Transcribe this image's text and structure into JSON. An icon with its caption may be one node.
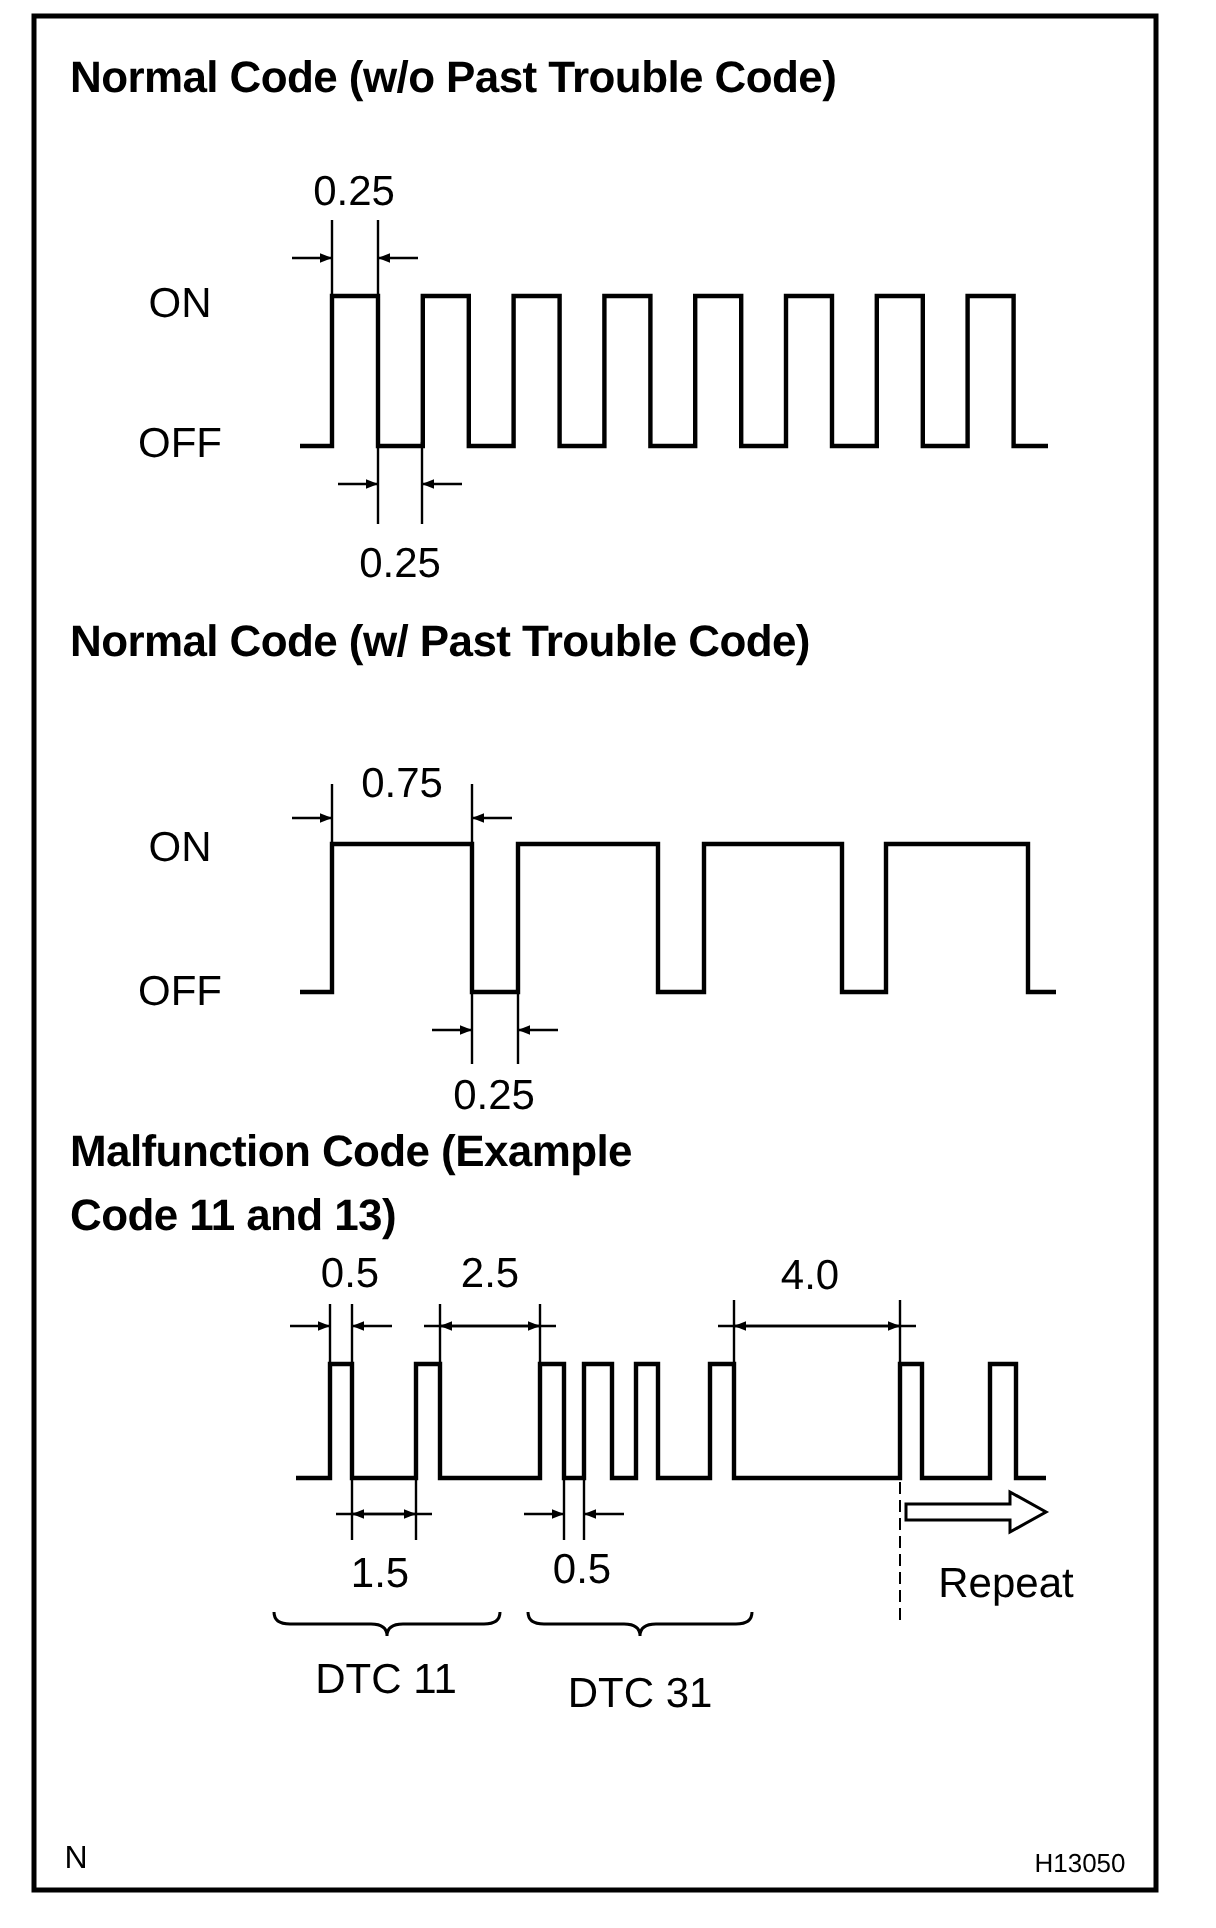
{
  "diagram": {
    "labels": [
      "Normal Code (w/o Past Trouble Code)",
      "0.25",
      "ON",
      "OFF",
      "0.25",
      "Normal Code (w/ Past Trouble Code)",
      "0.75",
      "ON",
      "OFF",
      "0.25",
      "Malfunction Code (Example Code 11 and 13)",
      "0.5",
      "2.5",
      "4.0",
      "1.5",
      "0.5",
      "Repeat",
      "DTC 11",
      "DTC 31",
      "N",
      "H13050"
    ]
  }
}
